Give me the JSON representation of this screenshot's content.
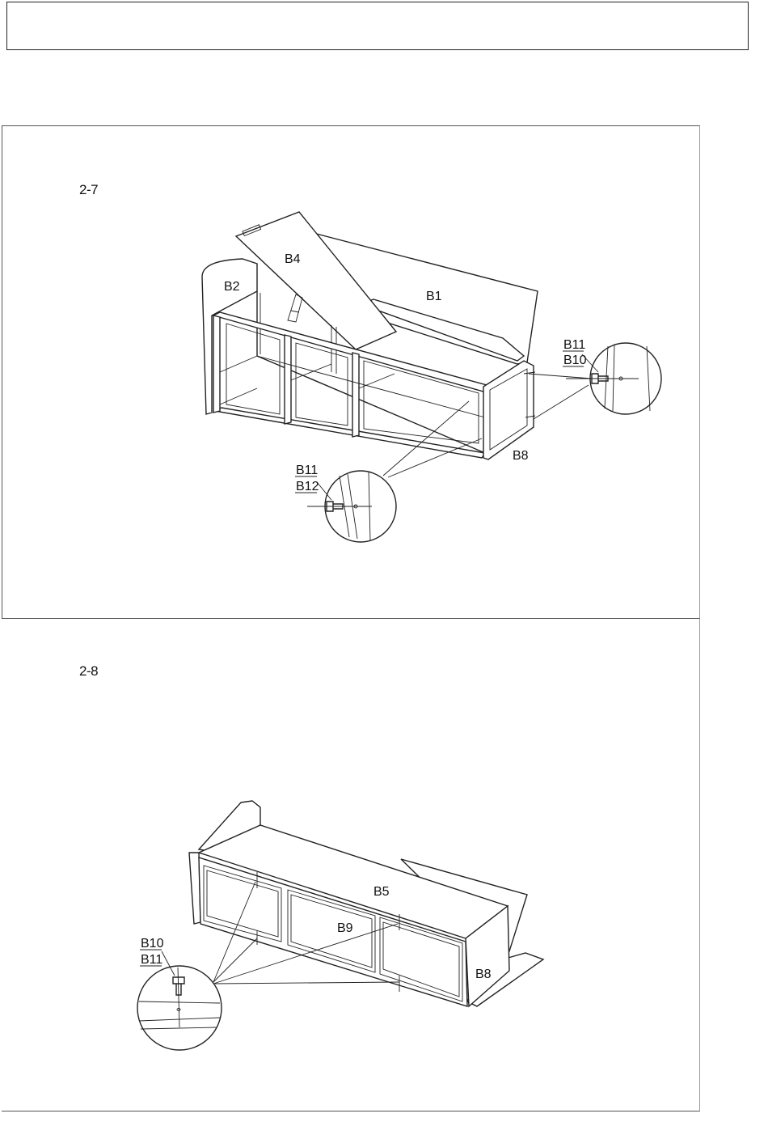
{
  "steps": [
    {
      "id": "2-7",
      "label": "2-7",
      "parts": {
        "b4": "B4",
        "b2": "B2",
        "b1": "B1",
        "b8": "B8"
      },
      "callouts": [
        {
          "top": "B11",
          "bottom": "B10"
        },
        {
          "top": "B11",
          "bottom": "B12"
        }
      ]
    },
    {
      "id": "2-8",
      "label": "2-8",
      "parts": {
        "b5": "B5",
        "b9": "B9",
        "b8": "B8"
      },
      "callouts": [
        {
          "top": "B10",
          "bottom": "B11"
        }
      ]
    }
  ]
}
